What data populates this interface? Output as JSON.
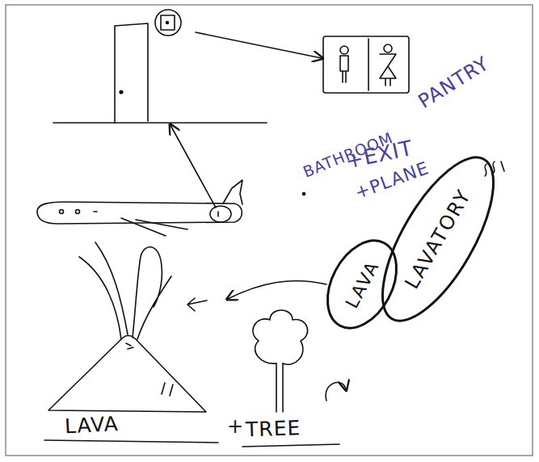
{
  "diagram": {
    "nodes": [
      {
        "text": [
          "LAVA"
        ]
      },
      {
        "text": [
          "LAVATORY"
        ]
      }
    ],
    "labels": [
      "BATHROOM",
      "+EXIT",
      "+PLANE",
      "PANTRY",
      "LAVA",
      "+",
      "TREE"
    ]
  }
}
